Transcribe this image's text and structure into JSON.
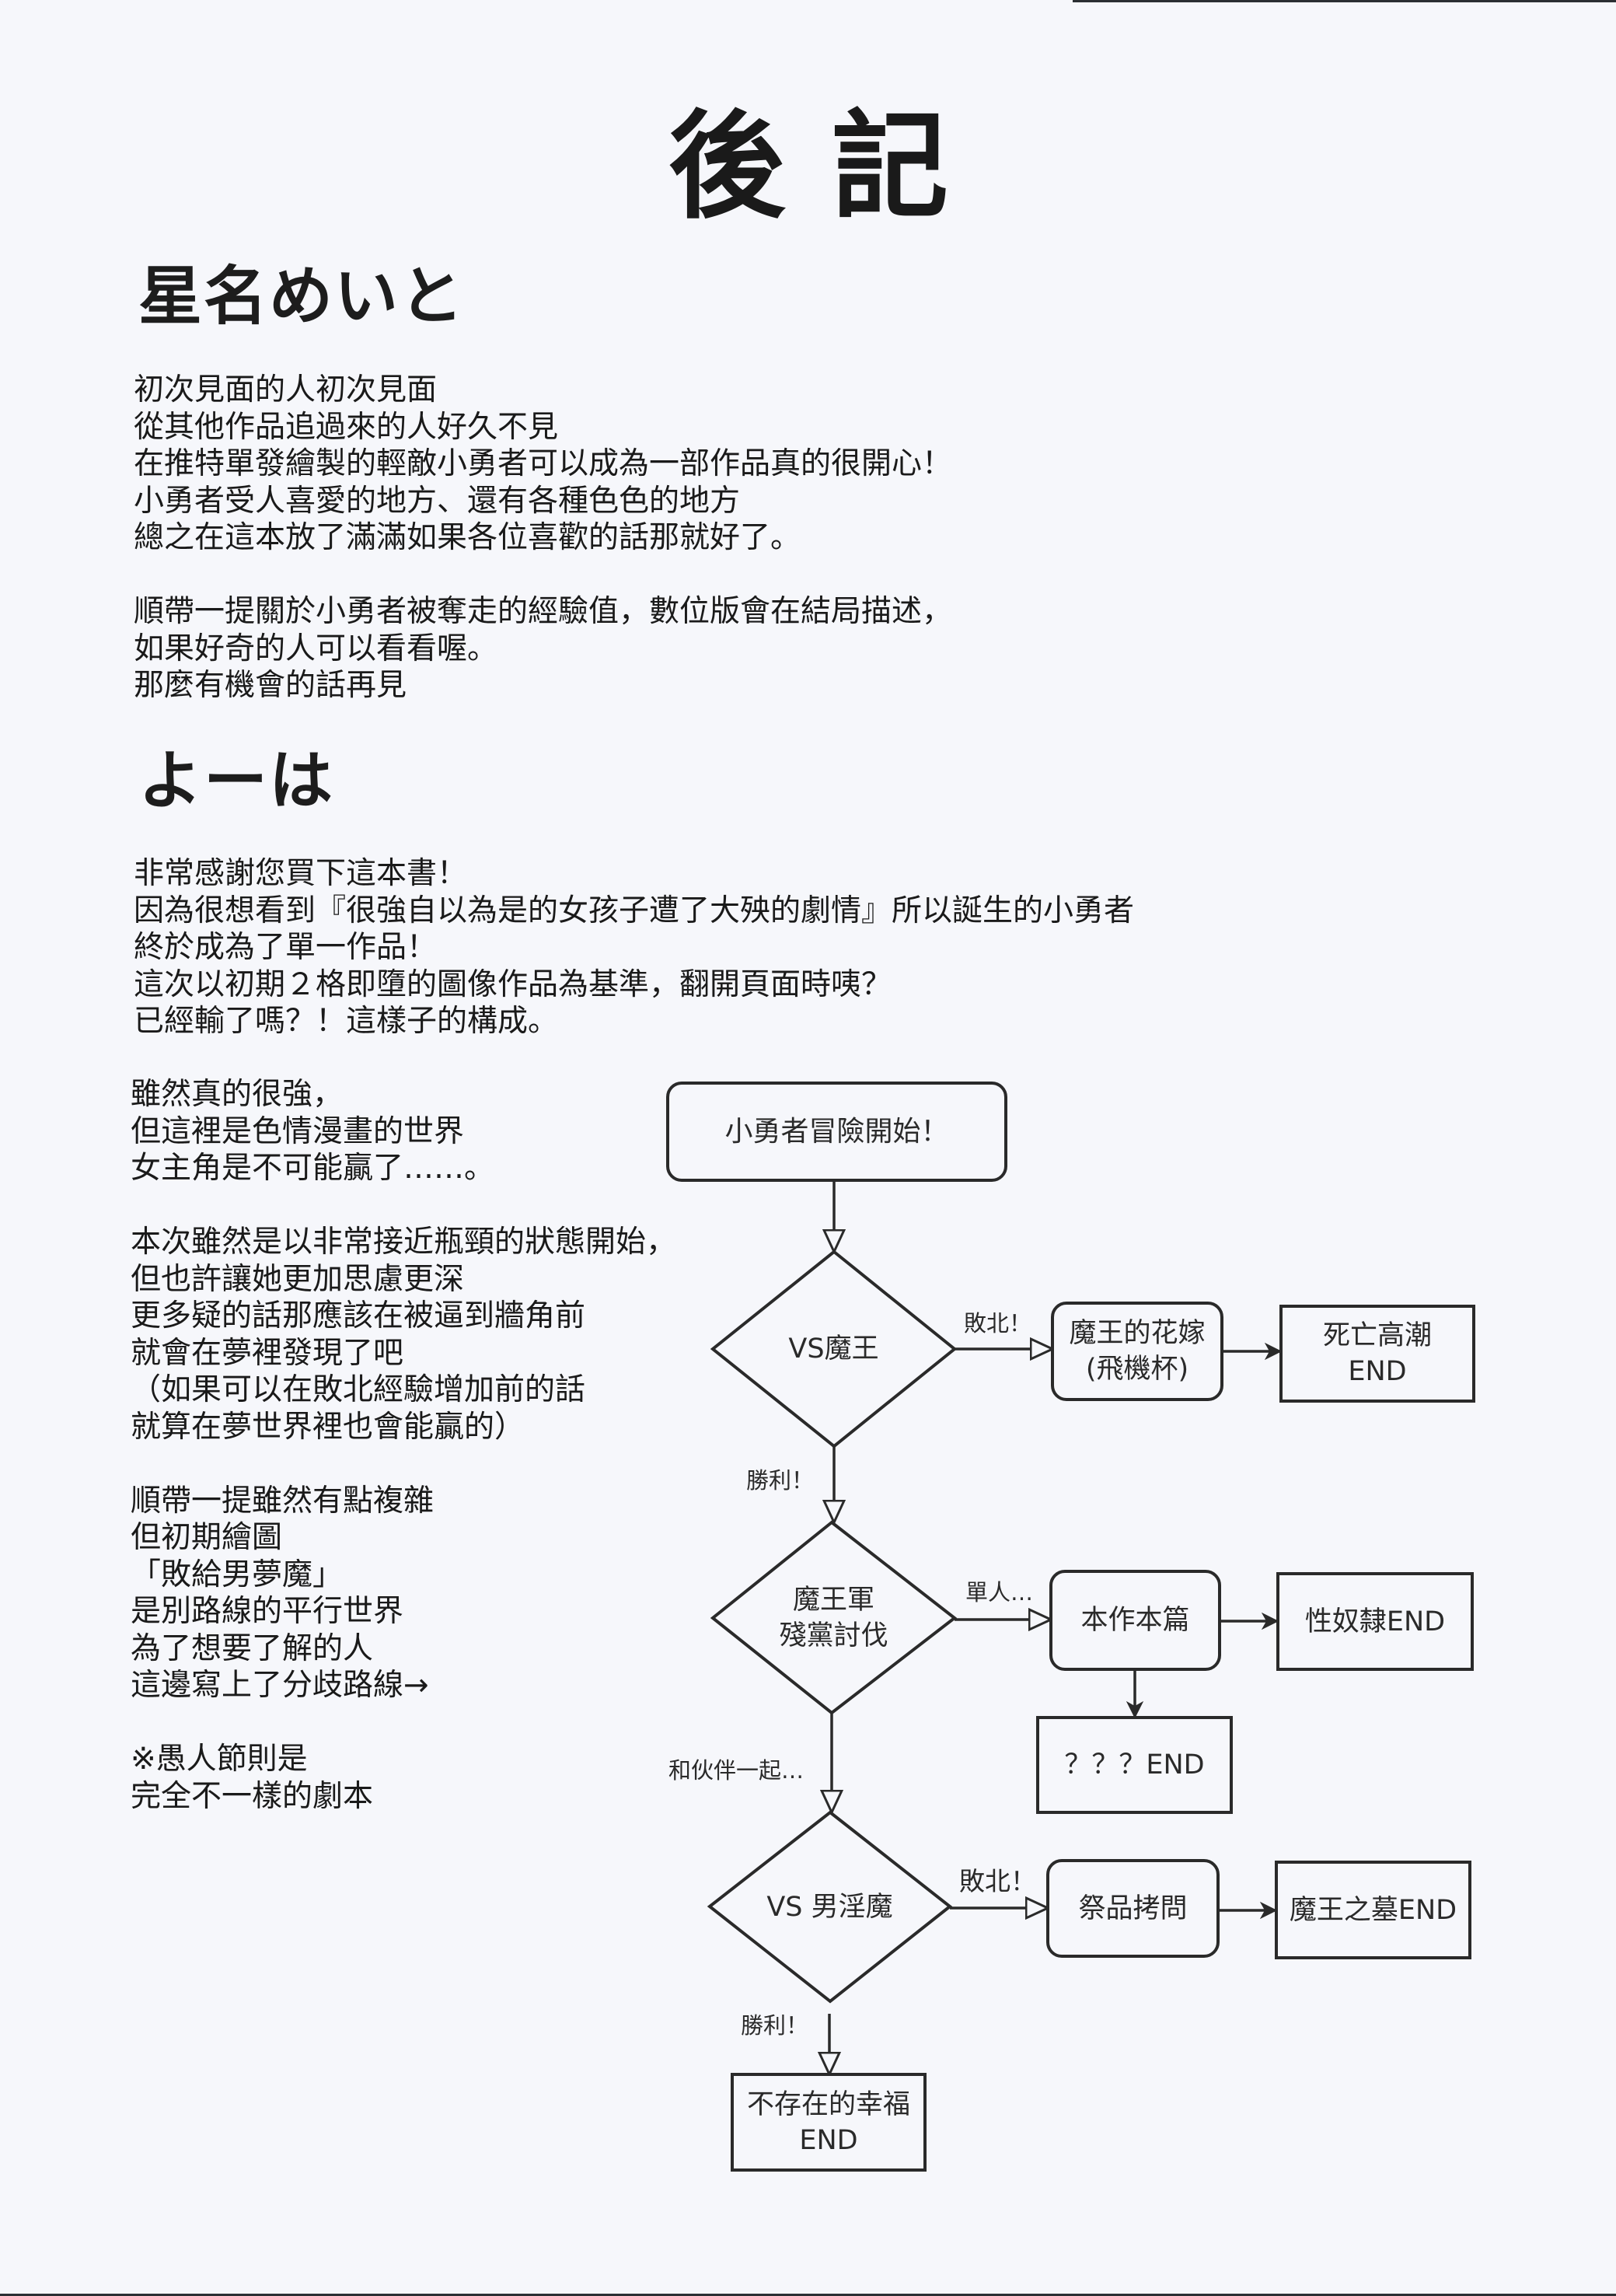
{
  "page": {
    "title": "後記"
  },
  "sections": [
    {
      "author": "星名めいと",
      "paragraphs": [
        [
          "初次見面的人初次見面",
          "從其他作品追過來的人好久不見",
          "在推特單發繪製的輕敵小勇者可以成為一部作品真的很開心！",
          "小勇者受人喜愛的地方、還有各種色色的地方",
          "總之在這本放了滿滿如果各位喜歡的話那就好了。"
        ],
        [
          "順帶一提關於小勇者被奪走的經驗值，數位版會在結局描述，",
          "如果好奇的人可以看看喔。",
          "那麼有機會的話再見"
        ]
      ]
    },
    {
      "author": "よーは",
      "paragraphs": [
        [
          "非常感謝您買下這本書！",
          "因為很想看到『很強自以為是的女孩子遭了大殃的劇情』所以誕生的小勇者",
          "終於成為了單一作品！",
          "這次以初期２格即墮的圖像作品為基準，翻開頁面時咦？",
          "已經輸了嗎？！這樣子的構成。"
        ],
        [
          "雖然真的很強，",
          "但這裡是色情漫畫的世界",
          "女主角是不可能贏了……。"
        ],
        [
          "本次雖然是以非常接近瓶頸的狀態開始，",
          "但也許讓她更加思慮更深",
          "更多疑的話那應該在被逼到牆角前",
          "就會在夢裡發現了吧",
          "（如果可以在敗北經驗增加前的話",
          "就算在夢世界裡也會能贏的）"
        ],
        [
          "順帶一提雖然有點複雜",
          "但初期繪圖",
          "「敗給男夢魔」",
          "是別路線的平行世界",
          "為了想要了解的人",
          "這邊寫上了分歧路線→"
        ],
        [
          "※愚人節則是",
          "完全不一樣的劇本"
        ]
      ]
    }
  ],
  "flowchart": {
    "nodes": {
      "start": [
        "小勇者冒險開始！"
      ],
      "vs_maou": [
        "VS魔王"
      ],
      "maou_bride": [
        "魔王的花嫁",
        "(飛機杯)"
      ],
      "death_climax_end": [
        "死亡高潮",
        "END"
      ],
      "remnant_subjugation": [
        "魔王軍",
        "殘黨討伐"
      ],
      "main_story": [
        "本作本篇"
      ],
      "sex_slave_end": [
        "性奴隸END"
      ],
      "unknown_end": [
        "？？？END"
      ],
      "vs_incubus": [
        "VS 男淫魔"
      ],
      "sacrifice_torture": [
        "祭品拷問"
      ],
      "maou_tomb_end": [
        "魔王之墓END"
      ],
      "nonexistent_happiness_end": [
        "不存在的幸福",
        "END"
      ]
    },
    "edge_labels": {
      "defeat_1": "敗北！",
      "victory_1": "勝利！",
      "alone": "單人…",
      "with_companions": "和伙伴一起…",
      "defeat_2": "敗北！",
      "victory_2": "勝利！"
    },
    "colors": {
      "stroke": "#2a2a2a",
      "fill": "#f6f7fb"
    }
  }
}
